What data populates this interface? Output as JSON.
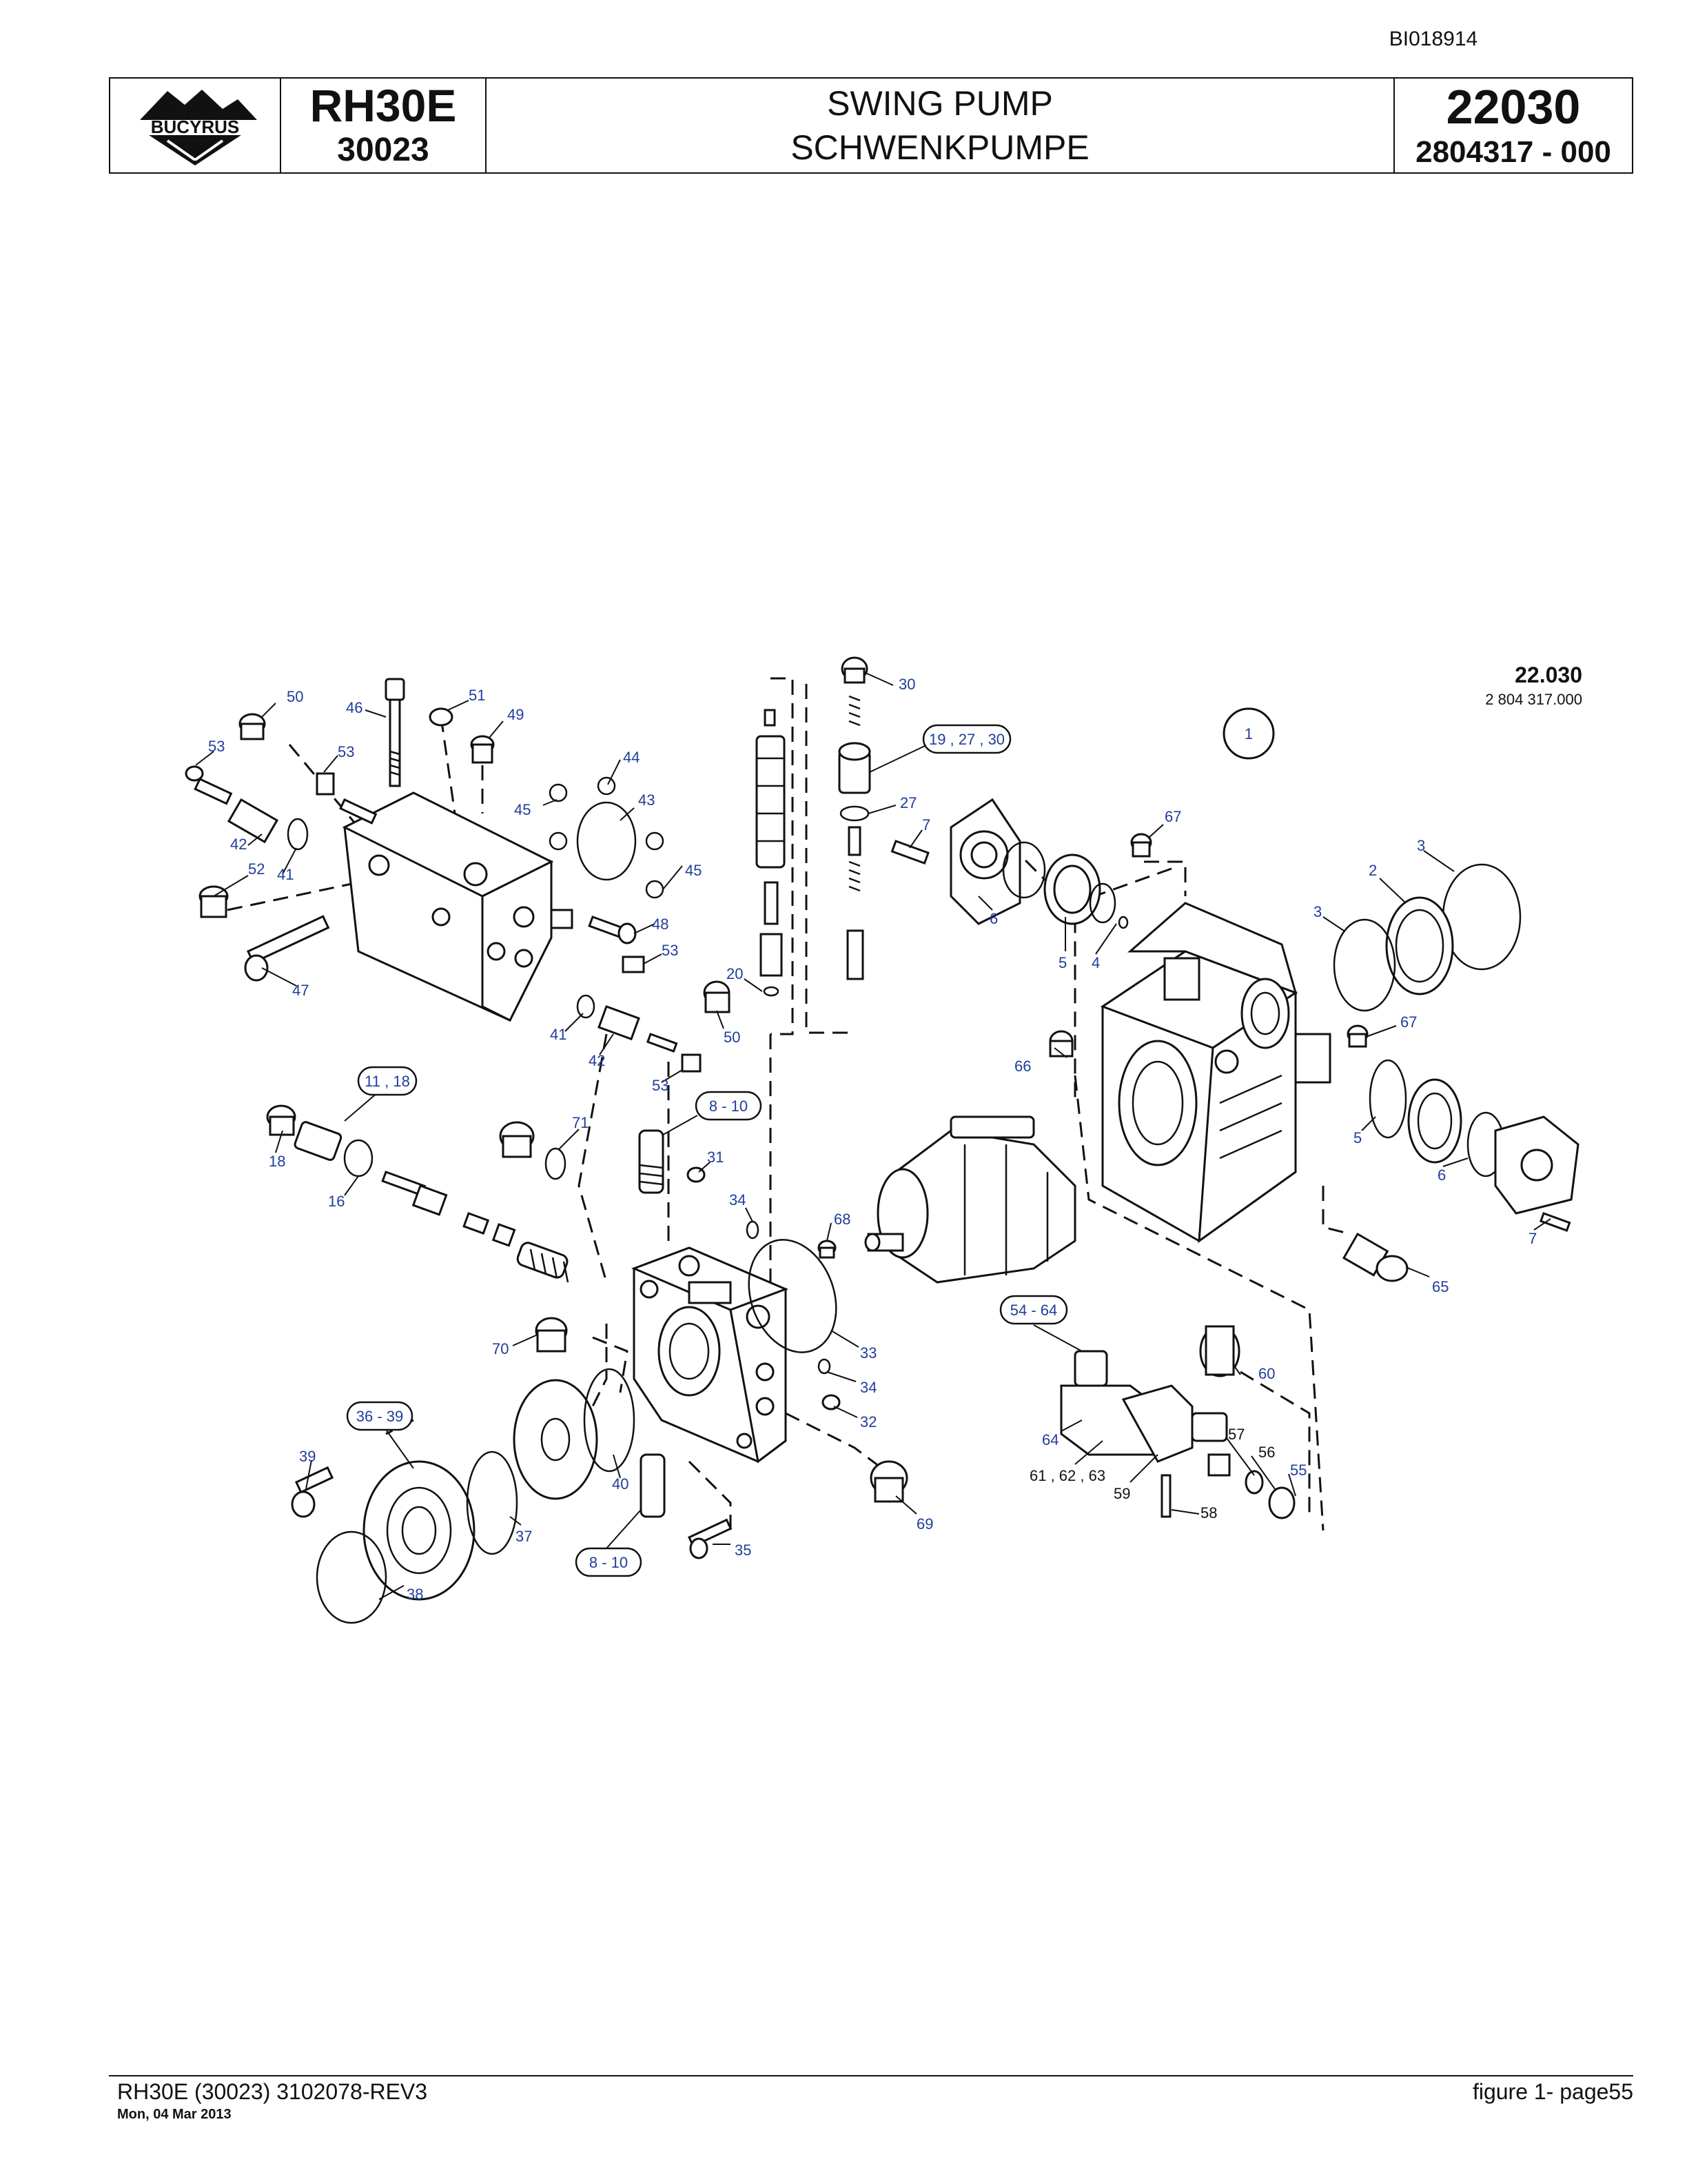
{
  "doc_id": "BI018914",
  "header": {
    "brand": "BUCYRUS",
    "model": "RH30E",
    "serial": "30023",
    "title_en": "SWING PUMP",
    "title_de": "SCHWENKPUMPE",
    "group_number": "22030",
    "part_number": "2804317 - 000"
  },
  "reference": {
    "title": "22.030",
    "subtitle": "2 804 317.000"
  },
  "callouts": {
    "c1": "1",
    "c2": "2",
    "c3a": "3",
    "c3b": "3",
    "c4": "4",
    "c5a": "5",
    "c5b": "5",
    "c6a": "6",
    "c6b": "6",
    "c7a": "7",
    "c7b": "7",
    "g8_10a": "8 - 10",
    "g8_10b": "8 - 10",
    "g11_18": "11 , 18",
    "c16": "16",
    "c18": "18",
    "g19_27_30": "19 , 27 , 30",
    "c20": "20",
    "c27": "27",
    "c30": "30",
    "c31": "31",
    "c32": "32",
    "c33": "33",
    "c34a": "34",
    "c34b": "34",
    "c35": "35",
    "g36_39": "36 - 39",
    "c37": "37",
    "c38": "38",
    "c39": "39",
    "c40": "40",
    "c41a": "41",
    "c41b": "41",
    "c42a": "42",
    "c42b": "42",
    "c43": "43",
    "c44": "44",
    "c45a": "45",
    "c45b": "45",
    "c46": "46",
    "c47": "47",
    "c48": "48",
    "c49": "49",
    "c50a": "50",
    "c50b": "50",
    "c51": "51",
    "c52": "52",
    "c53a": "53",
    "c53b": "53",
    "c53c": "53",
    "c53d": "53",
    "g54_64": "54 - 64",
    "c55": "55",
    "c56": "56",
    "c57": "57",
    "c58": "58",
    "c59": "59",
    "c60": "60",
    "c61_63": "61 , 62 , 63",
    "c64": "64",
    "c65": "65",
    "c66": "66",
    "c67a": "67",
    "c67b": "67",
    "c68": "68",
    "c69": "69",
    "c70": "70",
    "c71": "71"
  },
  "footer": {
    "left": "RH30E (30023) 3102078-REV3",
    "date": "Mon, 04 Mar 2013",
    "right": "figure  1- page55"
  }
}
